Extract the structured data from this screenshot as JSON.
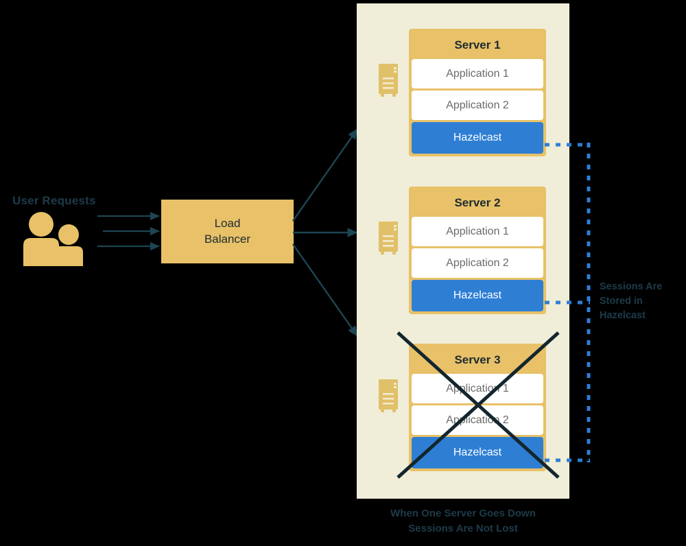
{
  "diagram": {
    "background_color": "#000000",
    "panel_color": "#f0eed9",
    "accent_gold": "#e8c168",
    "accent_blue": "#2e7fd4",
    "text_dark": "#1d3b4a",
    "arrow_color": "#1d4552"
  },
  "left": {
    "label": "User Requests",
    "icon": "users-icon",
    "request_arrow_count": 3
  },
  "load_balancer": {
    "line1": "Load",
    "line2": "Balancer",
    "outgoing_arrow_count": 3
  },
  "cluster": {
    "servers": [
      {
        "title": "Server 1",
        "icon": "server-rack-icon",
        "apps": [
          "Application 1",
          "Application 2"
        ],
        "hazelcast": "Hazelcast",
        "down": false
      },
      {
        "title": "Server 2",
        "icon": "server-rack-icon",
        "apps": [
          "Application 1",
          "Application 2"
        ],
        "hazelcast": "Hazelcast",
        "down": false
      },
      {
        "title": "Server 3",
        "icon": "server-rack-icon",
        "apps": [
          "Application 1",
          "Application 2"
        ],
        "hazelcast": "Hazelcast",
        "down": true
      }
    ]
  },
  "annotations": {
    "sessions_caption": "Sessions Are Stored in Hazelcast",
    "sessions_caption_lines": [
      "Sessions Are",
      "Stored in",
      "Hazelcast"
    ],
    "bottom_caption_lines": [
      "When One Server Goes Down",
      "Sessions Are Not Lost"
    ],
    "connector_style": "dotted",
    "connector_color": "#2e7fd4"
  }
}
